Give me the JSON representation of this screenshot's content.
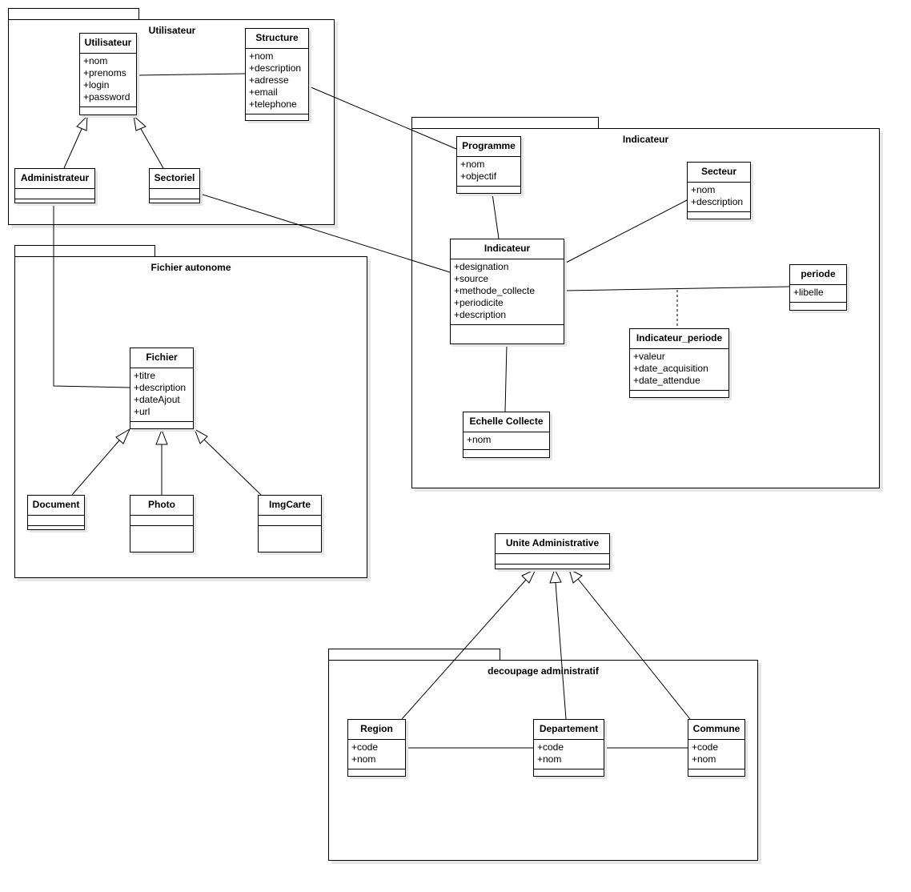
{
  "packages": {
    "utilisateur": {
      "title": "Utilisateur"
    },
    "fichier": {
      "title": "Fichier autonome"
    },
    "indicateur": {
      "title": "Indicateur"
    },
    "decoupage": {
      "title": "decoupage administratif"
    }
  },
  "classes": {
    "utilisateur": {
      "name": "Utilisateur",
      "attributes": [
        "+nom",
        "+prenoms",
        "+login",
        "+password"
      ]
    },
    "structure": {
      "name": "Structure",
      "attributes": [
        "+nom",
        "+description",
        "+adresse",
        "+email",
        "+telephone"
      ]
    },
    "administrateur": {
      "name": "Administrateur",
      "attributes": []
    },
    "sectoriel": {
      "name": "Sectoriel",
      "attributes": []
    },
    "fichier": {
      "name": "Fichier",
      "attributes": [
        "+titre",
        "+description",
        "+dateAjout",
        "+url"
      ]
    },
    "document": {
      "name": "Document",
      "attributes": []
    },
    "photo": {
      "name": "Photo",
      "attributes": []
    },
    "imgcarte": {
      "name": "ImgCarte",
      "attributes": []
    },
    "programme": {
      "name": "Programme",
      "attributes": [
        "+nom",
        "+objectif"
      ]
    },
    "secteur": {
      "name": "Secteur",
      "attributes": [
        "+nom",
        "+description"
      ]
    },
    "indicateur": {
      "name": "Indicateur",
      "attributes": [
        "+designation",
        "+source",
        "+methode_collecte",
        "+periodicite",
        "+description"
      ]
    },
    "periode": {
      "name": "periode",
      "attributes": [
        "+libelle"
      ]
    },
    "indicateur_periode": {
      "name": "Indicateur_periode",
      "attributes": [
        "+valeur",
        "+date_acquisition",
        "+date_attendue"
      ]
    },
    "echelle_collecte": {
      "name": "Echelle Collecte",
      "attributes": [
        "+nom"
      ]
    },
    "unite_administrative": {
      "name": "Unite Administrative",
      "attributes": []
    },
    "region": {
      "name": "Region",
      "attributes": [
        "+code",
        "+nom"
      ]
    },
    "departement": {
      "name": "Departement",
      "attributes": [
        "+code",
        "+nom"
      ]
    },
    "commune": {
      "name": "Commune",
      "attributes": [
        "+code",
        "+nom"
      ]
    }
  }
}
